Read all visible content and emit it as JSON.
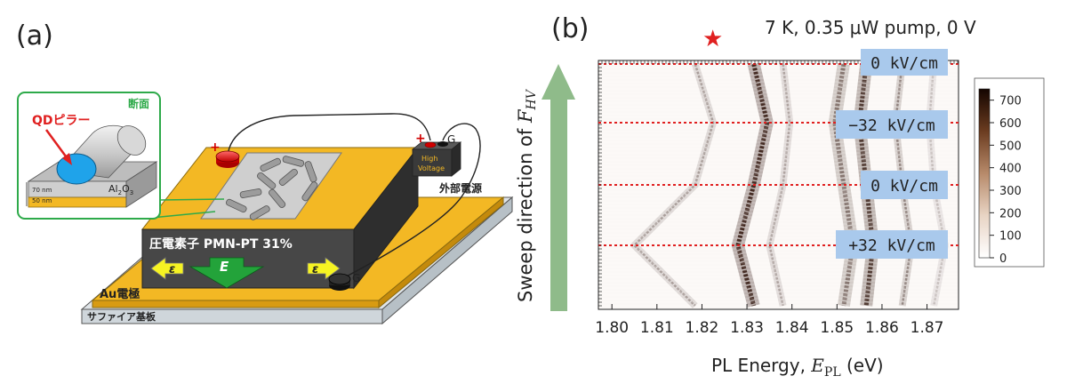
{
  "panel_a": {
    "label": "(a)",
    "inset_title": "断面",
    "qd_label": "QDピラー",
    "oxide_label": "Al",
    "oxide_sub": "2",
    "oxide_mid": "O",
    "oxide_sub2": "3",
    "thickness_top": "70 nm",
    "thickness_bottom": "50 nm",
    "piezo_label": "圧電素子 PMN-PT 31%",
    "strain_symbol": "ε",
    "field_symbol": "E",
    "au_label": "Au電極",
    "sapphire_label": "サファイア基板",
    "power_label": "外部電源",
    "hv_line1": "High",
    "hv_line2": "Voltage",
    "plus_sign": "+",
    "ground_label": "G"
  },
  "panel_b": {
    "label": "(b)",
    "conditions": "7 K, 0.35 μW pump, 0 V",
    "ylabel_text": "Sweep direction of ",
    "ylabel_var": "F",
    "ylabel_sub": "HV",
    "xlabel_text": "PL Energy, ",
    "xlabel_var": "E",
    "xlabel_sub": "PL",
    "xlabel_unit": " (eV)",
    "star_color": "#e02020",
    "field_labels": [
      "0 kV/cm",
      "−32 kV/cm",
      "0 kV/cm",
      "+32 kV/cm"
    ],
    "colorbar_ticks": [
      "700",
      "600",
      "500",
      "400",
      "300",
      "200",
      "100",
      "0"
    ],
    "x_ticks": [
      "1.80",
      "1.81",
      "1.82",
      "1.83",
      "1.84",
      "1.85",
      "1.86",
      "1.87"
    ],
    "colors": {
      "label_box": "#a9c9ec",
      "arrow": "#8fbb8a",
      "dashed": "#e02020"
    }
  },
  "chart_data": {
    "type": "heatmap",
    "x_range": [
      1.797,
      1.877
    ],
    "x_ticks": [
      1.8,
      1.81,
      1.82,
      1.83,
      1.84,
      1.85,
      1.86,
      1.87
    ],
    "colorbar_range": [
      0,
      750
    ],
    "colorbar_ticks": [
      0,
      100,
      200,
      300,
      400,
      500,
      600,
      700
    ],
    "field_values_kV_cm": [
      0,
      -32,
      0,
      32
    ],
    "star_energy_eV": 1.82,
    "lines": [
      {
        "energies_eV": [
          1.8185,
          1.8225,
          1.8185,
          1.805,
          1.8185
        ],
        "peak": 300
      },
      {
        "energies_eV": [
          1.8315,
          1.8345,
          1.8315,
          1.828,
          1.8315
        ],
        "peak": 650
      },
      {
        "energies_eV": [
          1.838,
          1.8395,
          1.838,
          1.835,
          1.838
        ],
        "peak": 280
      },
      {
        "energies_eV": [
          1.8515,
          1.8495,
          1.8515,
          1.8535,
          1.8515
        ],
        "peak": 420
      },
      {
        "energies_eV": [
          1.8565,
          1.855,
          1.8565,
          1.858,
          1.8565
        ],
        "peak": 600
      },
      {
        "energies_eV": [
          1.8645,
          1.863,
          1.8645,
          1.8665,
          1.8645
        ],
        "peak": 380
      },
      {
        "energies_eV": [
          1.8715,
          1.8705,
          1.8715,
          1.874,
          1.8715
        ],
        "peak": 200
      }
    ]
  }
}
